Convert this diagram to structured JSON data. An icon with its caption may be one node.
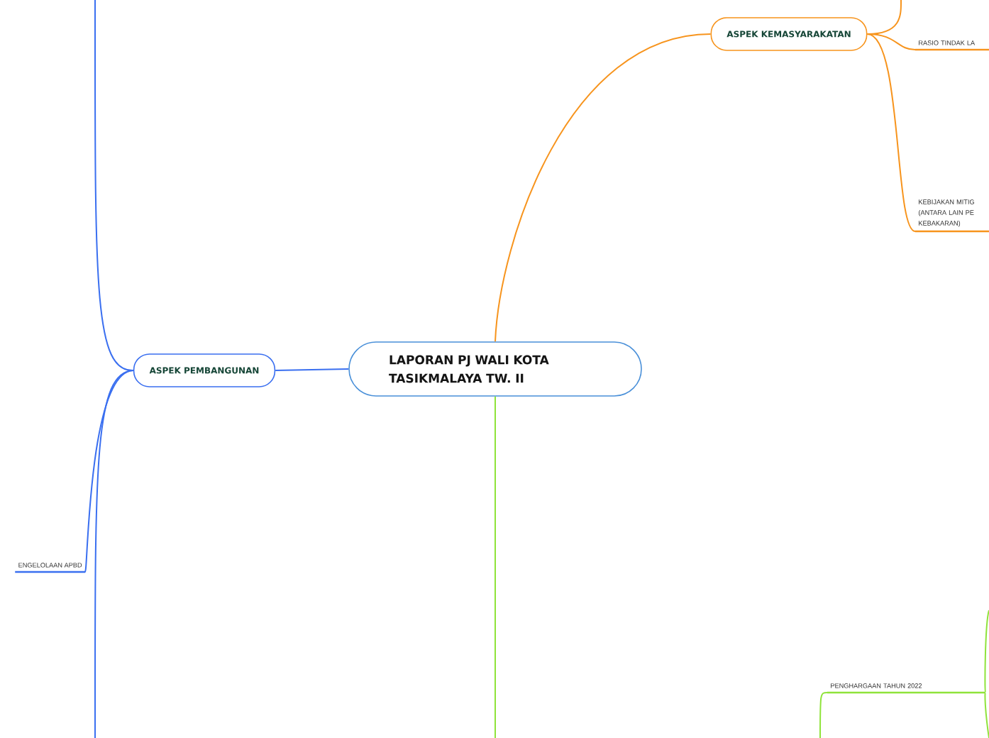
{
  "diagram": {
    "nodes": [
      {
        "text": [
          "LAPORAN PJ WALI KOTA TASIKMALAYA TW. II"
        ]
      },
      {
        "text": [
          "ASPEK KEMASYARAKATAN"
        ]
      },
      {
        "text": [
          "ASPEK PEMBANGUNAN"
        ]
      },
      {
        "text": [
          "ENGELOLAAN APBD"
        ]
      },
      {
        "text": [
          "RASIO TINDAK LA"
        ]
      },
      {
        "text": [
          "KEBIJAKAN MITIG (ANTARA LAIN PE KEBAKARAN)"
        ]
      },
      {
        "text": [
          "PENGHARGAAN TAHUN 2022"
        ]
      }
    ],
    "edges": [
      {
        "from": 0,
        "to": 1,
        "arrow": "none",
        "color": "#f7941d"
      },
      {
        "from": 0,
        "to": 2,
        "arrow": "none",
        "color": "#3a6ff0"
      },
      {
        "from": 0,
        "to": null,
        "arrow": "none",
        "color": "#8fe33a"
      },
      {
        "from": 2,
        "to": 3,
        "arrow": "none",
        "color": "#3a6ff0"
      },
      {
        "from": 2,
        "to": null,
        "arrow": "none",
        "color": "#3a6ff0"
      },
      {
        "from": 2,
        "to": null,
        "arrow": "none",
        "color": "#3a6ff0"
      },
      {
        "from": 1,
        "to": 4,
        "arrow": "none",
        "color": "#f7941d"
      },
      {
        "from": 1,
        "to": 5,
        "arrow": "none",
        "color": "#f7941d"
      },
      {
        "from": 1,
        "to": null,
        "arrow": "none",
        "color": "#f7941d"
      },
      {
        "from": null,
        "to": 6,
        "arrow": "none",
        "color": "#8fe33a"
      },
      {
        "from": 6,
        "to": null,
        "arrow": "none",
        "color": "#8fe33a"
      },
      {
        "from": 6,
        "to": null,
        "arrow": "none",
        "color": "#8fe33a"
      }
    ]
  }
}
